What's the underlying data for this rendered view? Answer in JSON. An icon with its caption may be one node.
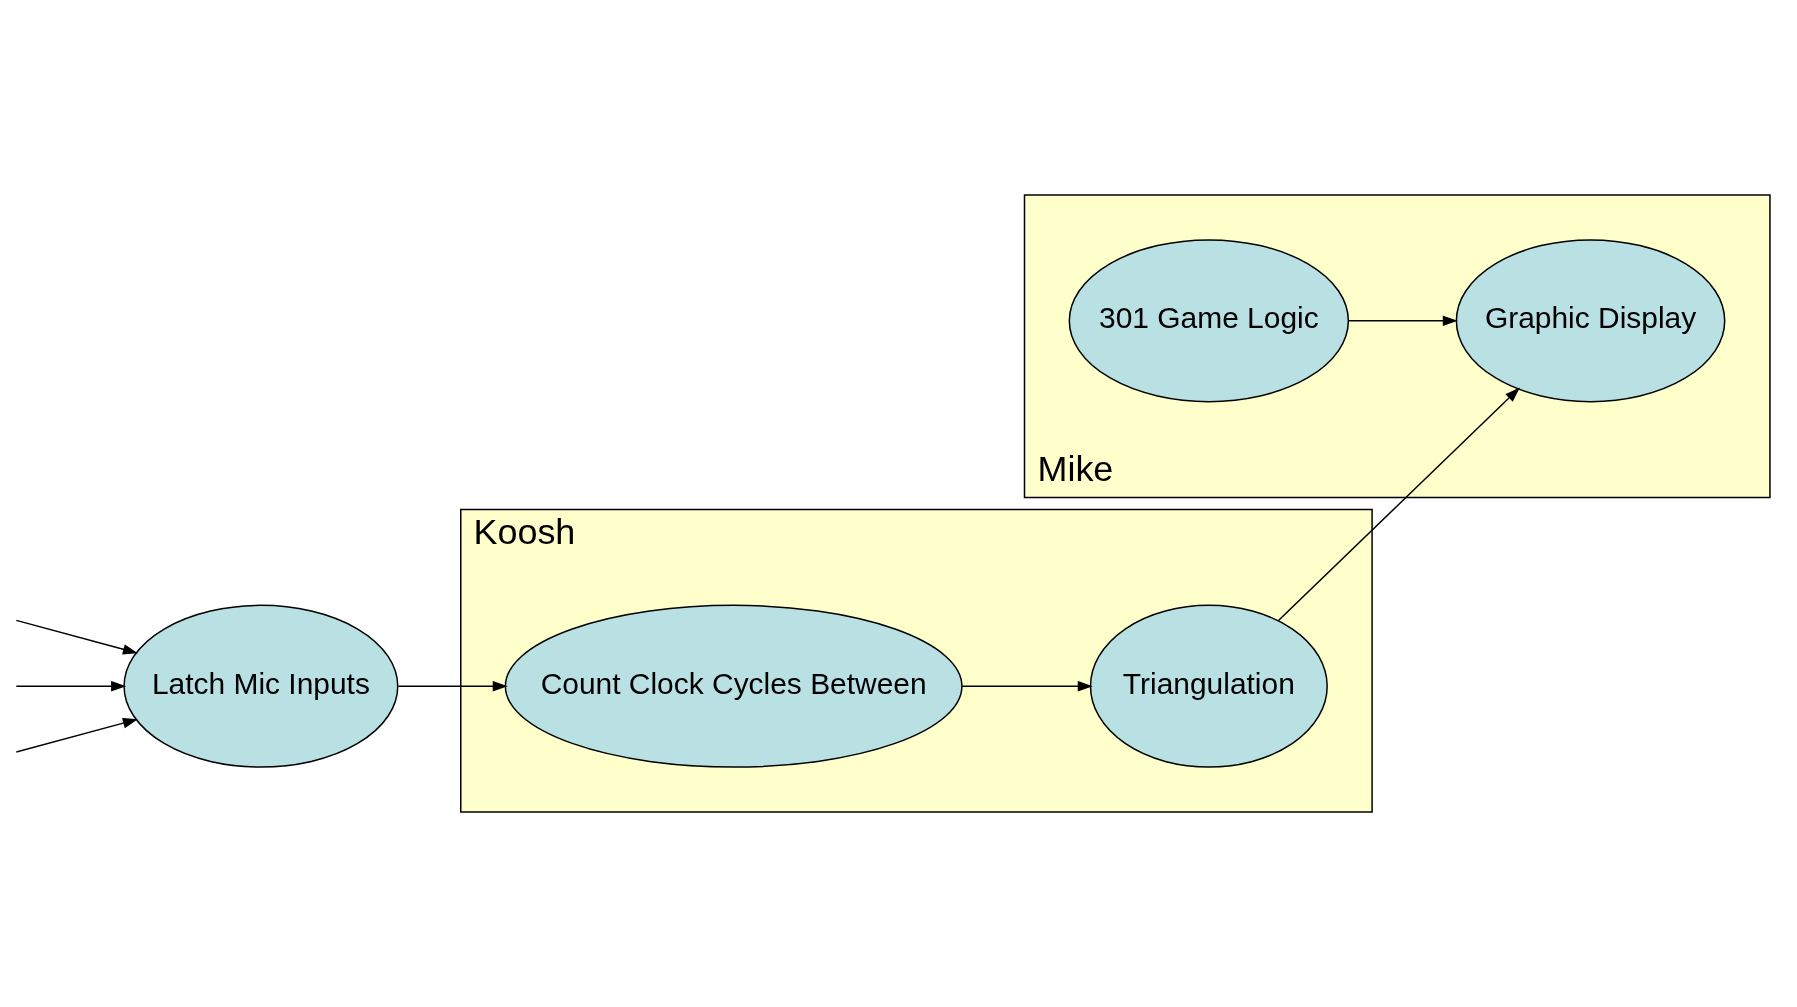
{
  "diagram": {
    "nodes": [
      {
        "text": [
          "Latch Mic Inputs"
        ]
      },
      {
        "text": [
          "Koosh"
        ]
      },
      {
        "text": [
          "Count Clock Cycles Between"
        ],
        "in": 1
      },
      {
        "text": [
          "Triangulation"
        ],
        "in": 1
      },
      {
        "text": [
          "Mike"
        ]
      },
      {
        "text": [
          "301 Game Logic"
        ],
        "in": 4
      },
      {
        "text": [
          "Graphic Display"
        ],
        "in": 4
      }
    ],
    "edges": [
      {
        "from": null,
        "to": 0,
        "arrow": "to"
      },
      {
        "from": null,
        "to": 0,
        "arrow": "to"
      },
      {
        "from": null,
        "to": 0,
        "arrow": "to"
      },
      {
        "from": 0,
        "to": 2,
        "arrow": "to"
      },
      {
        "from": 2,
        "to": 3,
        "arrow": "to"
      },
      {
        "from": 3,
        "to": 6,
        "arrow": "to"
      },
      {
        "from": 5,
        "to": 6,
        "arrow": "to"
      }
    ]
  }
}
